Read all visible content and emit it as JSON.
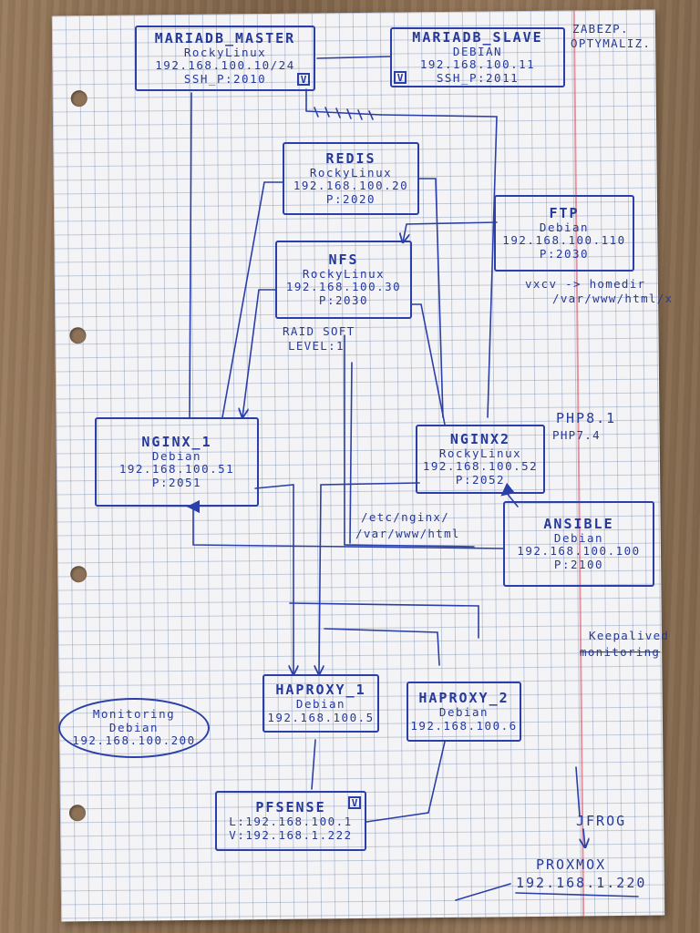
{
  "nodes": {
    "mariadb_master": {
      "title": "MARIADB_MASTER",
      "os": "RockyLinux",
      "ip": "192.168.100.10/24",
      "port": "SSH_P:2010",
      "mark": "V"
    },
    "mariadb_slave": {
      "title": "MARIADB_SLAVE",
      "os": "DEBIAN",
      "ip": "192.168.100.11",
      "port": "SSH_P:2011",
      "mark": "V"
    },
    "redis": {
      "title": "REDIS",
      "os": "RockyLinux",
      "ip": "192.168.100.20",
      "port": "P:2020"
    },
    "ftp": {
      "title": "FTP",
      "os": "Debian",
      "ip": "192.168.100.110",
      "port": "P:2030"
    },
    "nfs": {
      "title": "NFS",
      "os": "RockyLinux",
      "ip": "192.168.100.30",
      "port": "P:2030"
    },
    "nginx1": {
      "title": "NGINX_1",
      "os": "Debian",
      "ip": "192.168.100.51",
      "port": "P:2051"
    },
    "nginx2": {
      "title": "NGINX2",
      "os": "RockyLinux",
      "ip": "192.168.100.52",
      "port": "P:2052"
    },
    "ansible": {
      "title": "ANSIBLE",
      "os": "Debian",
      "ip": "192.168.100.100",
      "port": "P:2100"
    },
    "haproxy1": {
      "title": "HAPROXY_1",
      "os": "Debian",
      "ip": "192.168.100.5"
    },
    "haproxy2": {
      "title": "HAPROXY_2",
      "os": "Debian",
      "ip": "192.168.100.6"
    },
    "monitoring": {
      "title": "Monitoring",
      "os": "Debian",
      "ip": "192.168.100.200"
    },
    "pfsense": {
      "title": "PFSENSE",
      "lan": "L:192.168.100.1",
      "wan": "V:192.168.1.222",
      "mark": "V"
    }
  },
  "notes": {
    "zabezp": "ZABEZP.",
    "optymaliz": "OPTYMALIZ.",
    "ftp_path_1": "vxcv -> homedir",
    "ftp_path_2": "/var/www/html/x",
    "raid_1": "RAID SOFT",
    "raid_2": "LEVEL:1",
    "php_81": "PHP8.1",
    "php_74": "PHP7.4",
    "nginx_path_1": "/etc/nginx/",
    "nginx_path_2": "/var/www/html",
    "keepalived": "Keepalived",
    "keepalived_struck": "monitoring",
    "jfrog": "JFROG",
    "proxmox": "PROXMOX",
    "proxmox_ip": "192.168.1.220"
  },
  "colors": {
    "ink": "#2b3fa8",
    "paper": "#f4f4f6",
    "grid": "#8696bb",
    "margin": "#dc465a",
    "wood": "#8a6f55"
  }
}
